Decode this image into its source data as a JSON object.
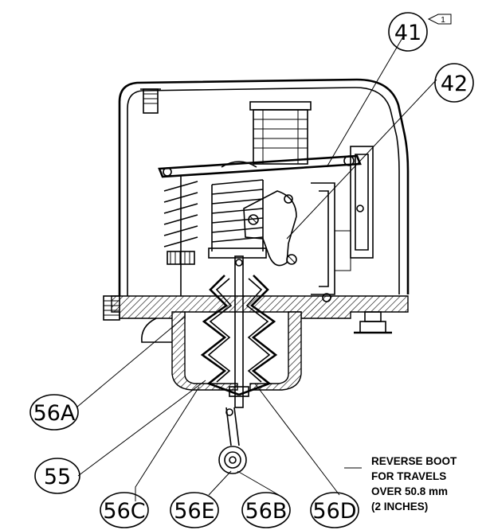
{
  "callouts": {
    "c41": "41",
    "c42": "42",
    "c56A": "56A",
    "c55": "55",
    "c56C": "56C",
    "c56E": "56E",
    "c56B": "56B",
    "c56D": "56D"
  },
  "flag": "1",
  "note": {
    "line1": "REVERSE BOOT",
    "line2": "FOR TRAVELS",
    "line3": "OVER 50.8 mm",
    "line4": "(2 INCHES)"
  }
}
